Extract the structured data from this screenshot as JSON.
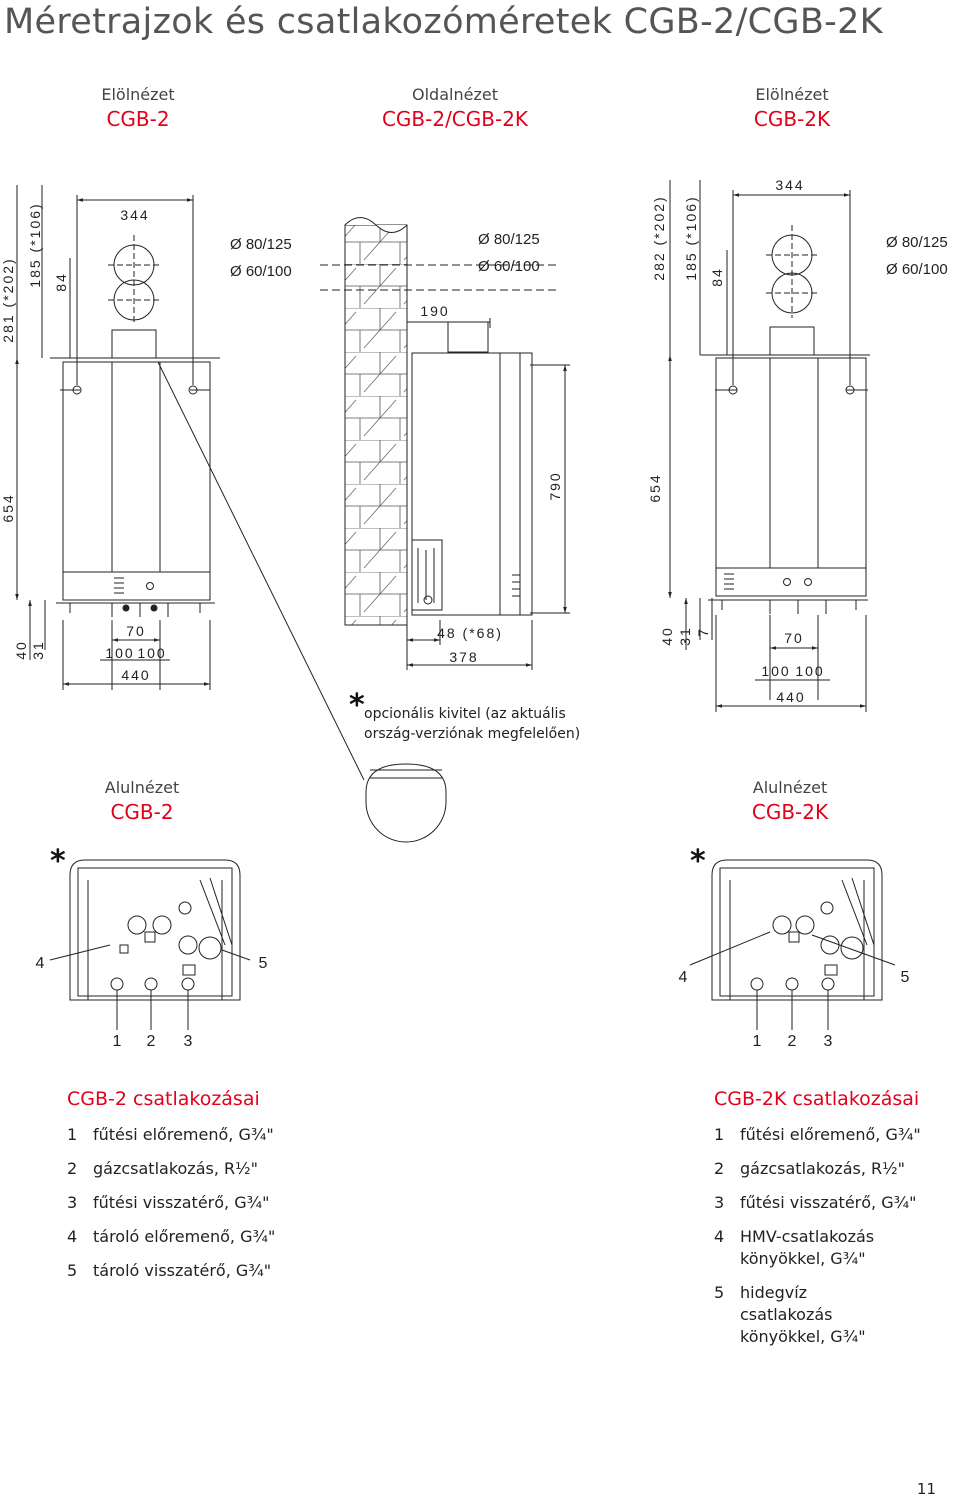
{
  "page": {
    "title": "Méretrajzok és csatlakozóméretek CGB-2/CGB-2K",
    "page_number": "11"
  },
  "views": {
    "front_left": {
      "label": "Elölnézet",
      "model": "CGB-2"
    },
    "side": {
      "label": "Oldalnézet",
      "model": "CGB-2/CGB-2K"
    },
    "front_right": {
      "label": "Elölnézet",
      "model": "CGB-2K"
    },
    "bottom_left": {
      "label": "Alulnézet",
      "model": "CGB-2"
    },
    "bottom_right": {
      "label": "Alulnézet",
      "model": "CGB-2K"
    }
  },
  "dims": {
    "pipe_a": "Ø 80/125",
    "pipe_b": "Ø 60/100",
    "left_281": "281 (*202)",
    "left_185": "185 (*106)",
    "left_84": "84",
    "left_344": "344",
    "left_654": "654",
    "left_40": "40",
    "left_31": "31",
    "left_70": "70",
    "left_100a": "100",
    "left_100b": "100",
    "left_440": "440",
    "side_190": "190",
    "side_790": "790",
    "side_48": "48 (*68)",
    "side_378": "378",
    "right_282": "282 (*202)",
    "right_185": "185 (*106)",
    "right_84": "84",
    "right_344": "344",
    "right_654": "654",
    "right_40": "40",
    "right_31": "31",
    "right_7": "7",
    "right_70": "70",
    "right_100a": "100",
    "right_100b": "100",
    "right_440": "440"
  },
  "note": {
    "star": "*",
    "line1": "opcionális kivitel (az aktuális",
    "line2": "ország-verziónak megfelelően)"
  },
  "bottom_markers": {
    "star": "*",
    "left": {
      "n4": "4",
      "n5": "5",
      "n1": "1",
      "n2": "2",
      "n3": "3"
    },
    "right": {
      "n4": "4",
      "n5": "5",
      "n1": "1",
      "n2": "2",
      "n3": "3"
    }
  },
  "connections_left": {
    "title": "CGB-2 csatlakozásai",
    "items": [
      {
        "n": "1",
        "text": "fűtési előremenő, G¾\""
      },
      {
        "n": "2",
        "text": "gázcsatlakozás, R½\""
      },
      {
        "n": "3",
        "text": "fűtési visszatérő, G¾\""
      },
      {
        "n": "4",
        "text": "tároló előremenő, G¾\""
      },
      {
        "n": "5",
        "text": "tároló visszatérő, G¾\""
      }
    ]
  },
  "connections_right": {
    "title": "CGB-2K csatlakozásai",
    "items": [
      {
        "n": "1",
        "text": "fűtési előremenő, G¾\""
      },
      {
        "n": "2",
        "text": "gázcsatlakozás, R½\""
      },
      {
        "n": "3",
        "text": "fűtési visszatérő, G¾\""
      },
      {
        "n": "4",
        "text": "HMV-csatlakozás könyökkel, G¾\""
      },
      {
        "n": "5",
        "text": "hidegvíz csatlakozás könyökkel, G¾\""
      }
    ]
  },
  "colors": {
    "accent": "#e2001a",
    "title": "#555555"
  }
}
